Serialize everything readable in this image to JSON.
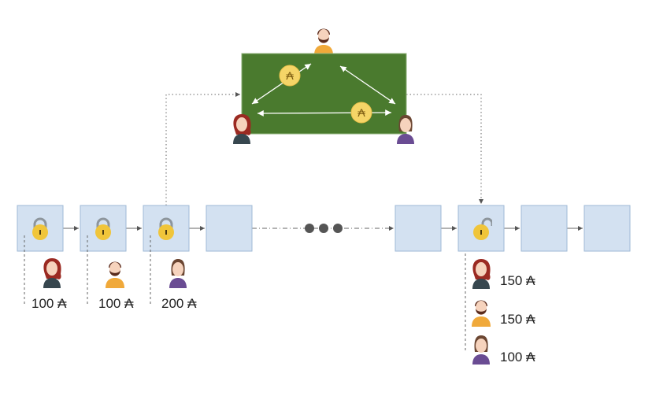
{
  "colors": {
    "block_fill": "#d3e1f1",
    "channel_green": "#4a7a2e",
    "coin": "#f5d567",
    "lock": "#f0c53a"
  },
  "channel": {
    "coin_symbol": "₳"
  },
  "opening_balances": [
    {
      "participant": "red-haired-woman",
      "amount": "100 ₳"
    },
    {
      "participant": "bearded-man",
      "amount": "100 ₳"
    },
    {
      "participant": "brown-haired-woman",
      "amount": "200 ₳"
    }
  ],
  "closing_balances": [
    {
      "participant": "red-haired-woman",
      "amount": "150 ₳"
    },
    {
      "participant": "bearded-man",
      "amount": "150 ₳"
    },
    {
      "participant": "brown-haired-woman",
      "amount": "100 ₳"
    }
  ]
}
